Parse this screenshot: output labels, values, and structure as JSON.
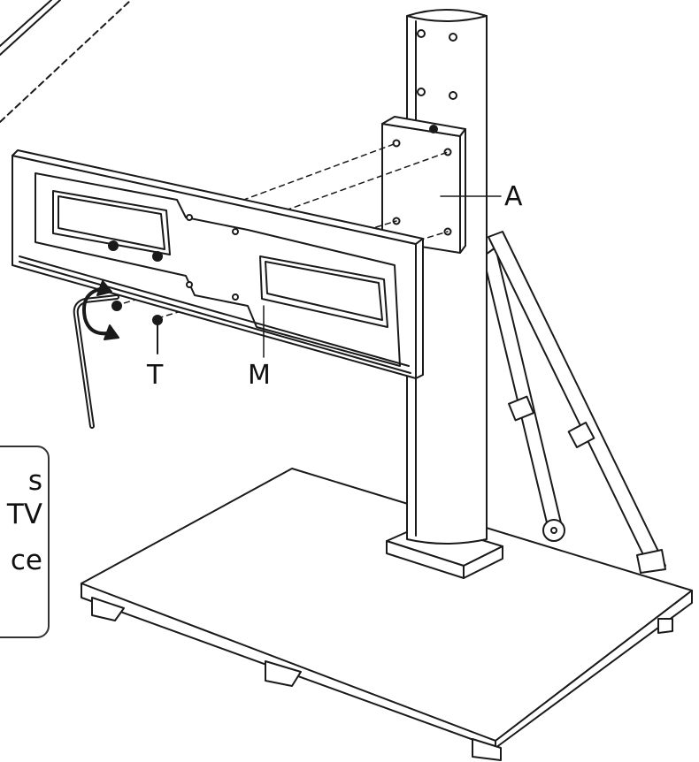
{
  "labels": {
    "bracket": "A",
    "screw": "T",
    "mount_plate": "M"
  },
  "note_fragments": [
    "s",
    "TV",
    "ce"
  ],
  "colors": {
    "line": "#1a1a1a",
    "fill": "#ffffff"
  }
}
